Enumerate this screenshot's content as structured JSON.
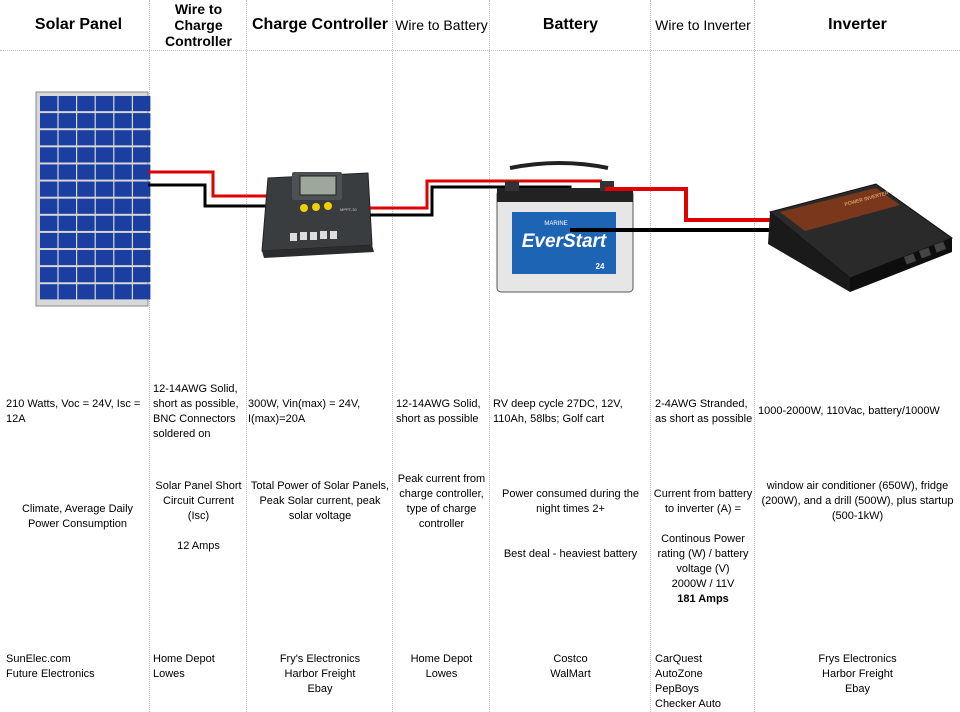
{
  "columns": [
    {
      "header": "Solar Panel"
    },
    {
      "header": "Wire to Charge Controller",
      "header_lines": [
        "Wire to",
        "Charge",
        "Controller"
      ]
    },
    {
      "header": "Charge Controller"
    },
    {
      "header": "Wire to Battery"
    },
    {
      "header": "Battery"
    },
    {
      "header": "Wire to Inverter"
    },
    {
      "header": "Inverter"
    }
  ],
  "specs": [
    [
      "210 Watts, Voc = 24V, Isc =",
      "12A"
    ],
    [
      "12-14AWG Solid,",
      "short as possible,",
      "BNC Connectors",
      "soldered on"
    ],
    [
      "300W, Vin(max) = 24V,",
      "I(max)=20A"
    ],
    [
      "12-14AWG Solid,",
      "short as possible"
    ],
    [
      "RV deep cycle 27DC, 12V,",
      "110Ah, 58lbs; Golf cart"
    ],
    [
      "2-4AWG Stranded,",
      "as short as possible"
    ],
    [
      "1000-2000W, 110Vac, battery/1000W"
    ]
  ],
  "sizing": [
    [
      "Climate, Average Daily",
      "Power Consumption"
    ],
    [
      "Solar Panel Short",
      "Circuit Current",
      "(Isc)",
      "",
      "12 Amps"
    ],
    [
      "Total Power of Solar Panels,",
      "Peak Solar current, peak",
      "solar voltage"
    ],
    [
      "Peak current from",
      "charge controller,",
      "type of charge",
      "controller"
    ],
    [
      "Power consumed during the",
      "night times 2+",
      "",
      "",
      "Best deal - heaviest battery"
    ],
    [
      "Current from battery",
      "to inverter (A) =",
      "",
      "Continous Power",
      "rating (W) / battery",
      "voltage (V)",
      "2000W / 11V",
      "181 Amps"
    ],
    [
      "window air conditioner (650W), fridge",
      "(200W), and a drill (500W), plus startup",
      "(500-1kW)"
    ]
  ],
  "vendors": [
    [
      "SunElec.com",
      "Future Electronics"
    ],
    [
      "Home Depot",
      "Lowes"
    ],
    [
      "Fry's Electronics",
      "Harbor Freight",
      "Ebay"
    ],
    [
      "Home Depot",
      "Lowes"
    ],
    [
      "Costco",
      "WalMart"
    ],
    [
      "CarQuest",
      "AutoZone",
      "PepBoys",
      "Checker Auto"
    ],
    [
      "Frys Electronics",
      "Harbor Freight",
      "Ebay"
    ]
  ],
  "images": {
    "controller_label": "MPPT-30",
    "battery_brand": "EverStart",
    "battery_sub": "MARINE",
    "battery_group": "24",
    "inverter_label": "POWER INVERTER"
  },
  "colors": {
    "positive_wire": "#e00000",
    "negative_wire": "#000000",
    "panel_cell": "#1b3fa0",
    "battery_blue": "#1e64b4"
  }
}
